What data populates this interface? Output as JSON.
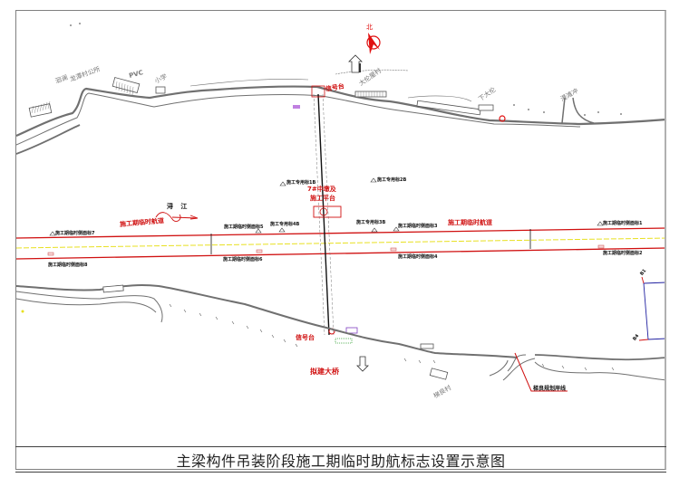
{
  "title": "主梁构件吊装阶段施工期临时助航标志设置示意图",
  "colors": {
    "channel_line": "#d01010",
    "centerline": "#e8e020",
    "bank": "#707070",
    "bridge": "#111111",
    "annotation_red": "#d01010",
    "property_line": "#2020a0"
  },
  "compass": {
    "label": "北"
  },
  "river": {
    "name": "浔 江",
    "flow_icon": "flow-arrow-icon"
  },
  "channel": {
    "label_left": "施工期临时航道",
    "label_right": "施工期临时航道"
  },
  "platform": {
    "label_line1": "7#中墩及",
    "label_line2": "施工平台"
  },
  "bridge": {
    "label": "拟建大桥"
  },
  "signal_stations": {
    "north": "信号台",
    "south": "信号台"
  },
  "north_bank_places": [
    {
      "name": "洄澜"
    },
    {
      "name": "龙潭村公所"
    },
    {
      "name": "PVC"
    },
    {
      "name": "小学"
    },
    {
      "name": "大伦屋村"
    },
    {
      "name": "下大伦"
    },
    {
      "name": "漫滩冲"
    }
  ],
  "south_bank_places": [
    {
      "name": "梯良村"
    },
    {
      "name": "梯良规划岸线"
    }
  ],
  "markers_upper": [
    {
      "label": "施工期临时侧面标7"
    },
    {
      "label": "施工期临时侧面标5"
    },
    {
      "label": "施工专用标4B"
    },
    {
      "label": "施工专用标1B"
    },
    {
      "label": "施工专用标2B"
    },
    {
      "label": "施工专用标3B"
    },
    {
      "label": "施工期临时侧面标3"
    },
    {
      "label": "施工期临时侧面标1"
    }
  ],
  "markers_lower": [
    {
      "label": "施工期临时侧面标8"
    },
    {
      "label": "施工期临时侧面标6"
    },
    {
      "label": "施工期临时侧面标4"
    },
    {
      "label": "施工期临时侧面标2"
    }
  ],
  "boundary": {
    "corner_top": "B1",
    "corner_bottom": "B4"
  }
}
